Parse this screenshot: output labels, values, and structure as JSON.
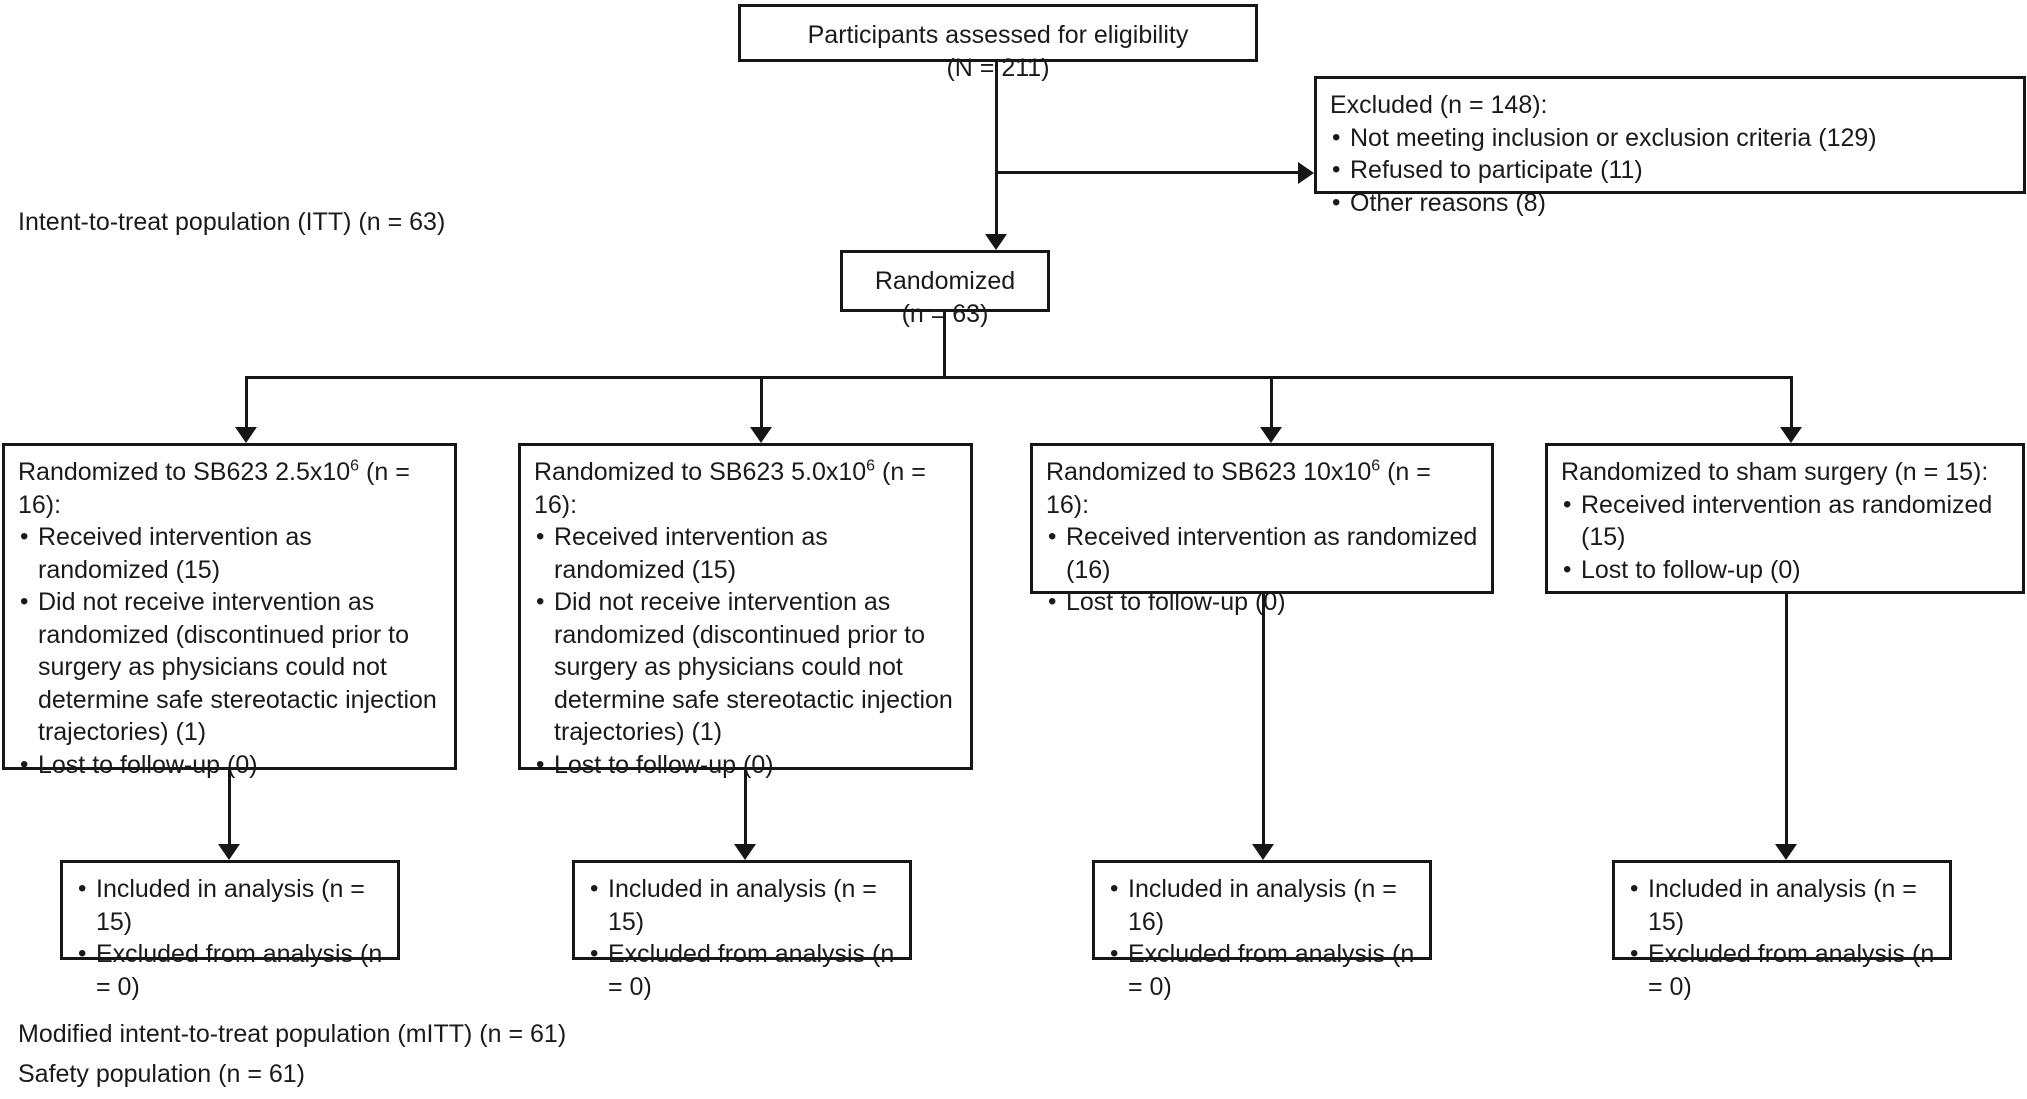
{
  "diagram": {
    "title": "CONSORT participant flow diagram",
    "accent_color": "#161616",
    "background_color": "#ffffff"
  },
  "enrollment": {
    "assessed_line1": "Participants assessed for eligibility",
    "assessed_line2": "(N = 211)",
    "excluded_header": "Excluded (n = 148):",
    "excluded_reasons": [
      "Not meeting inclusion or exclusion criteria (129)",
      "Refused to participate (11)",
      "Other reasons (8)"
    ]
  },
  "randomization": {
    "box_line1": "Randomized",
    "box_line2": "(n = 63)",
    "itt_label": "Intent-to-treat population (ITT) (n = 63)"
  },
  "arms": [
    {
      "header_pre": "Randomized to SB623 2.5x10",
      "header_sup": "6",
      "header_post": " (n = 16):",
      "items": [
        "Received intervention as randomized (15)",
        "Did not receive intervention as randomized (discontinued prior to surgery as physicians could not determine safe stereotactic injection trajectories) (1)",
        "Lost to follow-up (0)"
      ],
      "analysis": [
        "Included in analysis (n = 15)",
        "Excluded from analysis (n = 0)"
      ]
    },
    {
      "header_pre": "Randomized to SB623 5.0x10",
      "header_sup": "6",
      "header_post": " (n = 16):",
      "items": [
        "Received intervention as randomized (15)",
        "Did not receive intervention as randomized (discontinued prior to surgery as physicians could not determine safe stereotactic injection trajectories) (1)",
        "Lost to follow-up (0)"
      ],
      "analysis": [
        "Included in analysis (n = 15)",
        "Excluded from analysis (n = 0)"
      ]
    },
    {
      "header_pre": "Randomized to SB623 10x10",
      "header_sup": "6",
      "header_post": " (n = 16):",
      "items": [
        "Received intervention as randomized (16)",
        "Lost to follow-up (0)"
      ],
      "analysis": [
        "Included in analysis (n = 16)",
        "Excluded from analysis (n = 0)"
      ]
    },
    {
      "header_pre": "Randomized to sham surgery (n = 15):",
      "header_sup": "",
      "header_post": "",
      "items": [
        "Received intervention as randomized (15)",
        "Lost to follow-up (0)"
      ],
      "analysis": [
        "Included in analysis (n = 15)",
        "Excluded from analysis (n = 0)"
      ]
    }
  ],
  "footer": {
    "mitt_label": "Modified intent-to-treat population (mITT) (n = 61)",
    "safety_label": "Safety population (n = 61)"
  }
}
